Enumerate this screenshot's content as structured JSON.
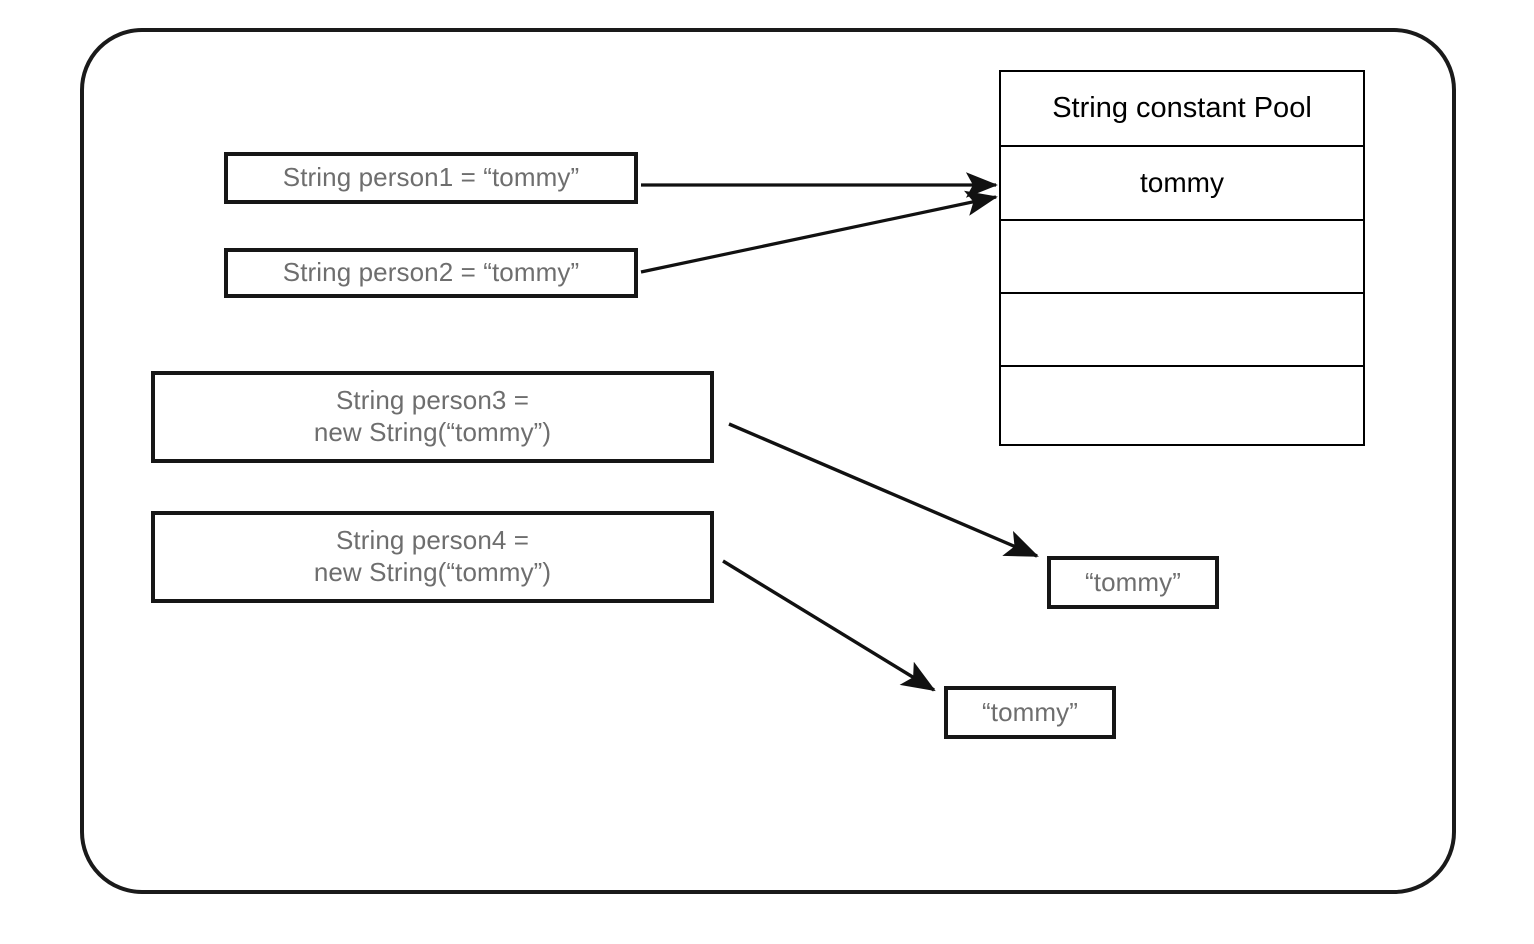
{
  "diagram": {
    "title": "Java String interning: string constant pool vs heap objects",
    "frame_name": "outer-container",
    "colors": {
      "box_text": "#6e6e6e",
      "pool_text": "#000000",
      "stroke": "#161616",
      "background": "#ffffff"
    }
  },
  "variable_boxes": [
    {
      "name": "person1",
      "lines": [
        "String person1 = “tommy”"
      ]
    },
    {
      "name": "person2",
      "lines": [
        "String person2 = “tommy”"
      ]
    },
    {
      "name": "person3",
      "lines": [
        "String person3 =",
        "new String(“tommy”)"
      ]
    },
    {
      "name": "person4",
      "lines": [
        "String person4 =",
        "new String(“tommy”)"
      ]
    }
  ],
  "string_constant_pool": {
    "header": "String constant Pool",
    "rows": [
      "tommy",
      "",
      "",
      ""
    ]
  },
  "heap_objects": [
    {
      "label": "“tommy”"
    },
    {
      "label": "“tommy”"
    }
  ],
  "arrows": [
    {
      "name": "person1-to-pool",
      "from": "person1",
      "to": "string-constant-pool"
    },
    {
      "name": "person2-to-pool",
      "from": "person2",
      "to": "string-constant-pool"
    },
    {
      "name": "person3-to-heap-object-1",
      "from": "person3",
      "to": "heap-object-1"
    },
    {
      "name": "person4-to-heap-object-2",
      "from": "person4",
      "to": "heap-object-2"
    }
  ]
}
